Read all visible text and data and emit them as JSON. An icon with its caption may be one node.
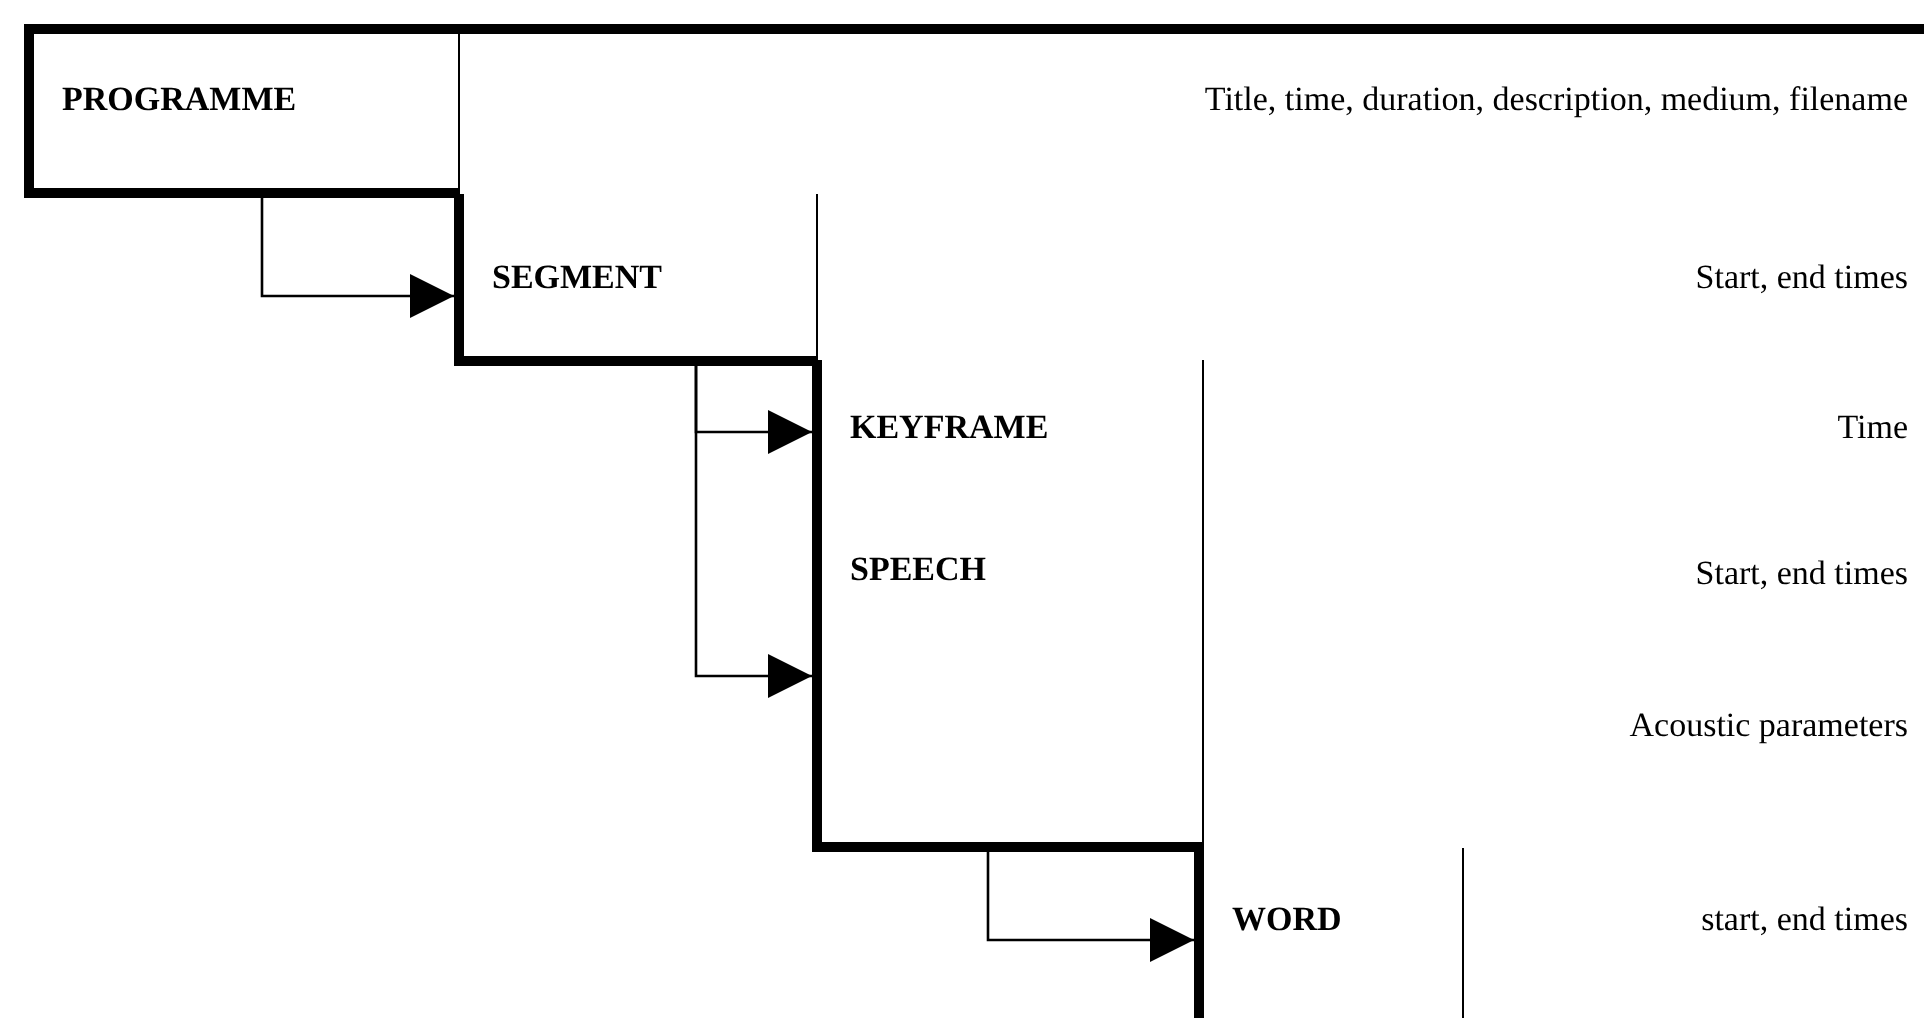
{
  "diagram": {
    "nodes": [
      {
        "text": [
          "PROGRAMME"
        ]
      },
      {
        "text": [
          "Title, time, duration, description, medium, filename"
        ]
      },
      {
        "text": [
          "SEGMENT"
        ]
      },
      {
        "text": [
          "Start, end times"
        ]
      },
      {
        "text": [
          "KEYFRAME"
        ]
      },
      {
        "text": [
          "Time"
        ]
      },
      {
        "text": [
          "SPEECH"
        ]
      },
      {
        "text": [
          "Start, end times",
          "Acoustic parameters"
        ]
      },
      {
        "text": [
          "WORD"
        ]
      },
      {
        "text": [
          "start, end times"
        ]
      }
    ],
    "edges": [
      {
        "from": 0,
        "to": 2,
        "arrow": "to"
      },
      {
        "from": 2,
        "to": 4,
        "arrow": "to"
      },
      {
        "from": 2,
        "to": 6,
        "arrow": "to"
      },
      {
        "from": 6,
        "to": 8,
        "arrow": "to"
      }
    ]
  }
}
